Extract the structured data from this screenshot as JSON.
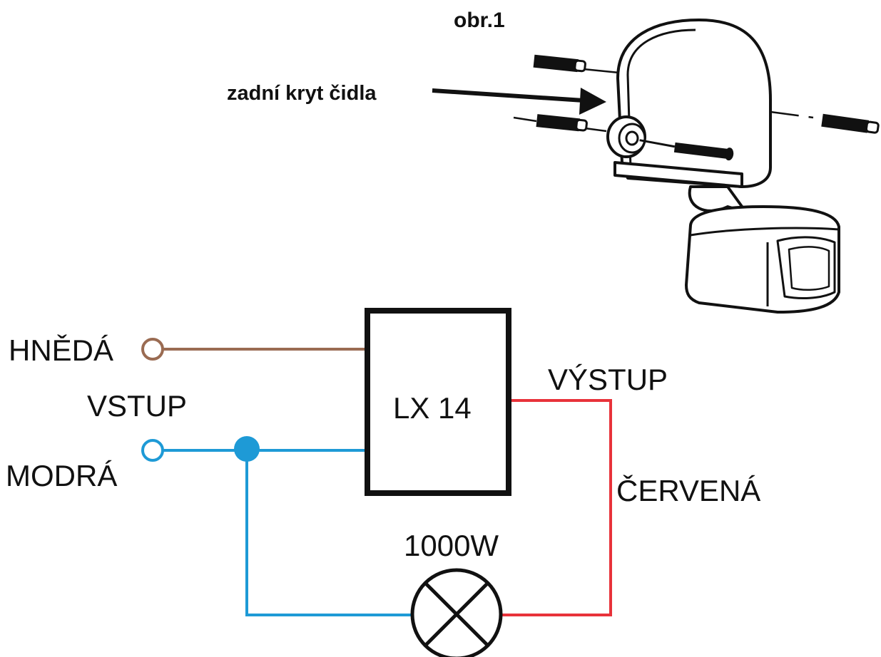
{
  "figure": {
    "caption": "obr.1",
    "cover_label": "zadní kryt čidla"
  },
  "circuit": {
    "brown_wire_label": "HNĚDÁ",
    "input_label": "VSTUP",
    "blue_wire_label": "MODRÁ",
    "device_label": "LX 14",
    "output_label": "VÝSTUP",
    "red_wire_label": "ČERVENÁ",
    "load_label": "1000W"
  },
  "colors": {
    "brown_wire": "#9a6b52",
    "blue_wire": "#1e9ad6",
    "red_wire": "#e8323a",
    "outline": "#111111"
  },
  "icons": [
    "motion-sensor-icon",
    "screw-icon",
    "lamp-icon",
    "arrow-icon"
  ]
}
